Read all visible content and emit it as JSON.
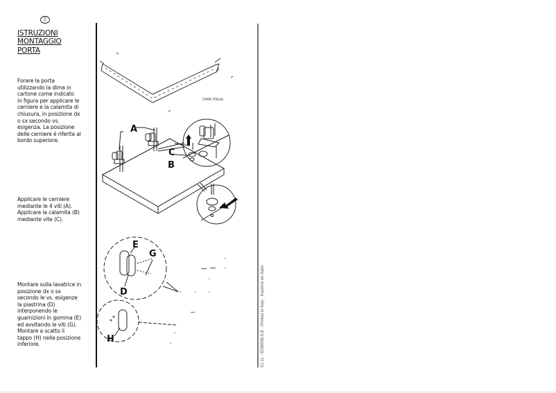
{
  "header": {
    "language_badge": "I",
    "title_lines": [
      "ISTRUZIONI",
      "MONTAGGIO",
      "PORTA"
    ]
  },
  "instructions": [
    {
      "lines": [
        "Forare la porta",
        "utilizzando la dima in",
        "cartone come indicato",
        "in figura per applicare le",
        "cerniere e la calamita di",
        "chiusura, in posizione dx",
        "o sx secondo vs.",
        "esigenza. La posizione",
        "delle cerniere é riferita al",
        "bordo superiore."
      ]
    },
    {
      "lines": [
        "Applicare le cerniere",
        "mediante le 4 viti (A).",
        "Applicare la calamita (B)",
        "mediante vite (C)."
      ]
    },
    {
      "lines": [
        "Montare sulla lavatrice in",
        "posizione dx o sx",
        "secondo le vs. esigenze",
        "la piastrina (D)",
        "interponendo le",
        "guarnizioni in gomma (E)",
        "ed avvitando le viti (G).",
        "Montare a scatto il",
        "tappo (H) nella posizione",
        "inferiore."
      ]
    }
  ],
  "figures": {
    "template_label": "DIMA ITALIA",
    "door_labels": {
      "a": "A",
      "b": "B",
      "c": "C"
    },
    "machine_labels": {
      "e": "E",
      "g": "G",
      "d": "D",
      "h": "H"
    }
  },
  "footer": {
    "print_code": "01.11 - 9258998.5.B - Printed in Italy - Imprimé en Italie"
  }
}
